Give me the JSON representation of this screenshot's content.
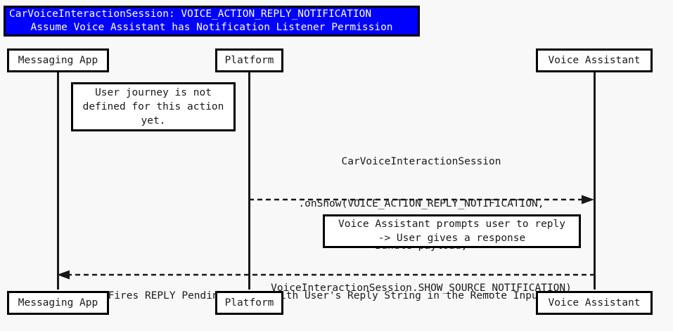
{
  "diagram": {
    "type": "sequence-diagram",
    "background_color": "#f8f8f8",
    "accent_color": "#0000ff",
    "line_color": "#181818",
    "title": {
      "line1": "CarVoiceInteractionSession: VOICE_ACTION_REPLY_NOTIFICATION",
      "line2": "Assume Voice Assistant has Notification Listener Permission"
    },
    "participants": [
      {
        "id": "messaging-app",
        "label": "Messaging App"
      },
      {
        "id": "platform",
        "label": "Platform"
      },
      {
        "id": "voice-assistant",
        "label": "Voice Assistant"
      }
    ],
    "notes": [
      {
        "id": "note-user-journey",
        "line1": "User journey is not",
        "line2": "defined for this action",
        "line3": "yet."
      },
      {
        "id": "note-assistant-prompt",
        "line1": "Voice Assistant prompts user to reply",
        "line2": "-> User gives a response"
      }
    ],
    "messages": [
      {
        "id": "msg-onshow",
        "from": "platform",
        "to": "voice-assistant",
        "style": "dashed",
        "direction": "right",
        "line1": "CarVoiceInteractionSession",
        "line2": ".onShow(VOICE_ACTION_REPLY_NOTIFICATION,",
        "line3": "Bundle payload,",
        "line4": "VoiceInteractionSession.SHOW_SOURCE_NOTIFICATION)"
      },
      {
        "id": "msg-reply-intent",
        "from": "voice-assistant",
        "to": "messaging-app",
        "style": "dashed",
        "direction": "left",
        "label": "Fires REPLY Pending Intent with User's Reply String in the Remote Input"
      }
    ]
  }
}
